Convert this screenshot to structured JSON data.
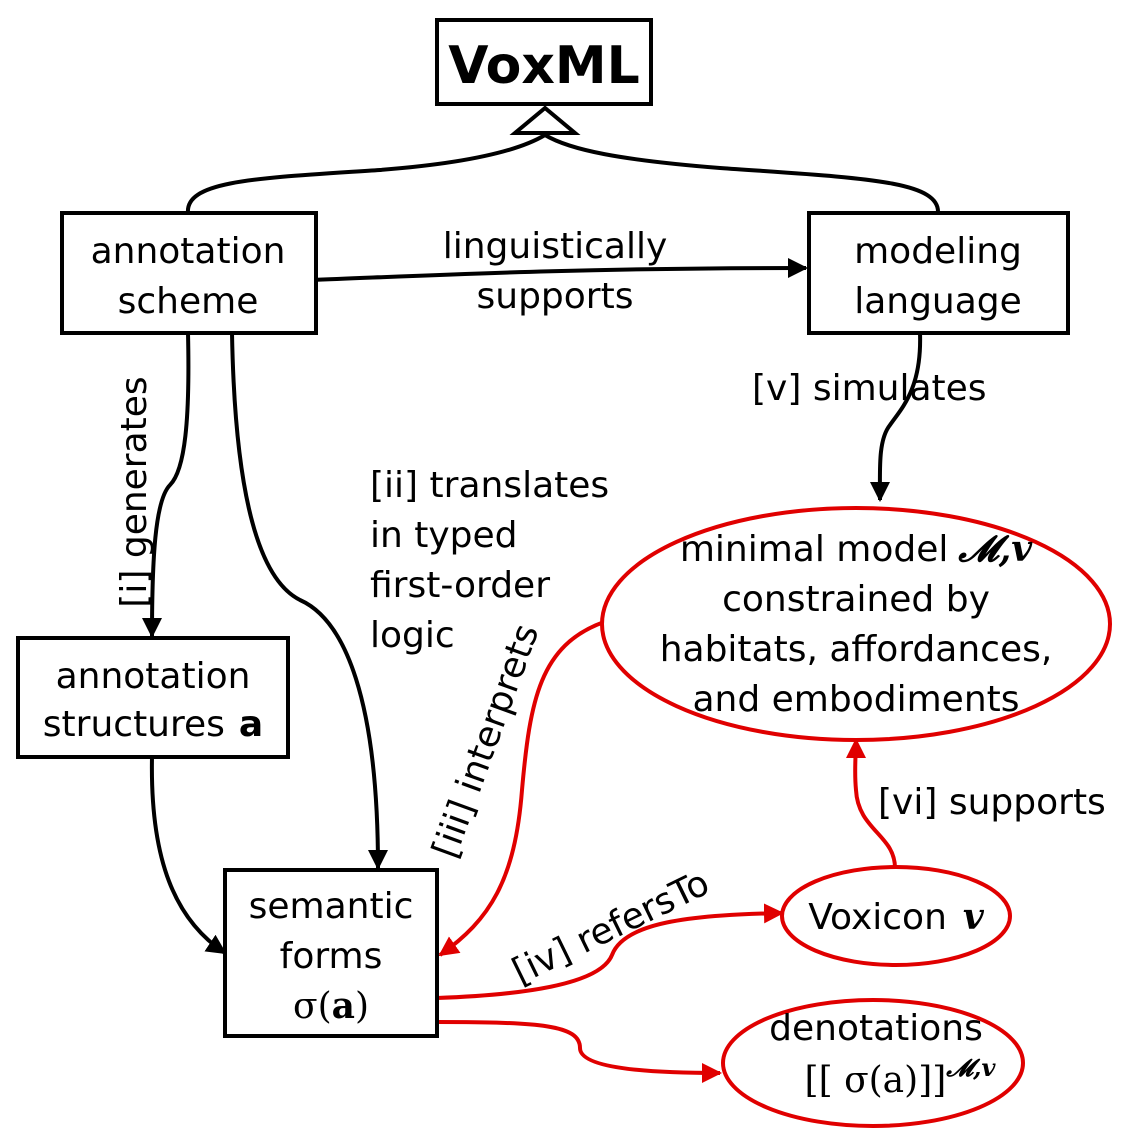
{
  "title": "VoxML",
  "nodes": {
    "annotation_scheme": [
      "annotation",
      "scheme"
    ],
    "modeling_language": [
      "modeling",
      "language"
    ],
    "annotation_structures": {
      "line1": "annotation",
      "line2": "structures",
      "var": "a"
    },
    "semantic_forms": {
      "line1": "semantic",
      "line2": "forms",
      "formula": "σ(a)",
      "sigma": "σ(",
      "var": "a",
      "close": ")"
    },
    "minimal_model": {
      "line1": "minimal model",
      "math": "𝓜,𝒗",
      "line2": "constrained by",
      "line3": "habitats, affordances,",
      "line4": "and embodiments"
    },
    "voxicon": {
      "label": "Voxicon",
      "var": "𝒗"
    },
    "denotations": {
      "label": "denotations",
      "formula": "[[ σ(a)]]",
      "sup": "𝓜,𝒗"
    }
  },
  "edges": {
    "linguistically_supports": [
      "linguistically",
      "supports"
    ],
    "generates": "[i]  generates",
    "translates": [
      "[ii]  translates",
      "in typed",
      "first-order",
      "logic"
    ],
    "interprets": "[iii]  interprets",
    "refers_to": "[iv]  refersTo",
    "simulates": "[v]  simulates",
    "supports": "[vi]  supports"
  },
  "colors": {
    "black": "#000000",
    "red": "#e00000",
    "background": "#ffffff"
  }
}
